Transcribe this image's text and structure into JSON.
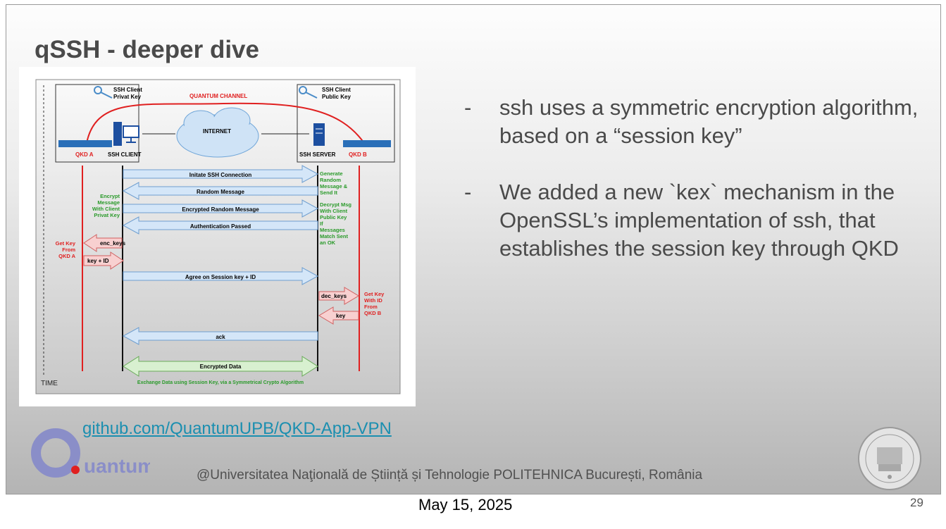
{
  "slide": {
    "title": "qSSH - deeper dive",
    "bullets": [
      {
        "dash": "-",
        "text": "ssh uses a symmetric encryption algorithm, based on a “session key”"
      },
      {
        "dash": "-",
        "text": "We added a new `kex` mechanism in the OpenSSL’s implementation of ssh, that establishes the session key through QKD"
      }
    ],
    "link": "github.com/QuantumUPB/QKD-App-VPN",
    "footer": "@Universitatea Naţională de Știință și Tehnologie POLITEHNICA București, România",
    "date": "May 15, 2025",
    "page_number": "29",
    "logo_text": "uantum"
  },
  "diagram": {
    "client_key": [
      "SSH Client",
      "Privat Key"
    ],
    "server_key": [
      "SSH Client",
      "Public Key"
    ],
    "quantum_channel": "QUANTUM CHANNEL",
    "internet": "INTERNET",
    "qkd_a": "QKD A",
    "qkd_b": "QKD B",
    "ssh_client": "SSH CLIENT",
    "ssh_server": "SSH SERVER",
    "messages": {
      "initiate": "Initate SSH Connection",
      "random": "Random Message",
      "encrypted_random": "Encrypted Random Message",
      "auth": "Authentication Passed",
      "agree": "Agree on Session key + ID",
      "ack": "ack",
      "encrypted_data": "Encrypted Data"
    },
    "enc_keys": "enc_keys",
    "key_id": "key + ID",
    "dec_keys": "dec_keys",
    "key": "key",
    "server_notes": [
      "Generate",
      "Random",
      "Message &",
      "Send It",
      "Decrypt Msg",
      "With Client",
      "Public Key",
      "If",
      "Messages",
      "Match Sent",
      "an OK"
    ],
    "client_notes": [
      "Encrypt",
      "Message",
      "With Client",
      "Privat Key"
    ],
    "get_key_a": [
      "Get Key",
      "From",
      "QKD A"
    ],
    "get_key_b": [
      "Get Key",
      "With ID",
      "From",
      "QKD B"
    ],
    "exchange": "Exchange Data using Session Key, via a Symmetrical Crypto Algorithm",
    "time": "TIME"
  }
}
